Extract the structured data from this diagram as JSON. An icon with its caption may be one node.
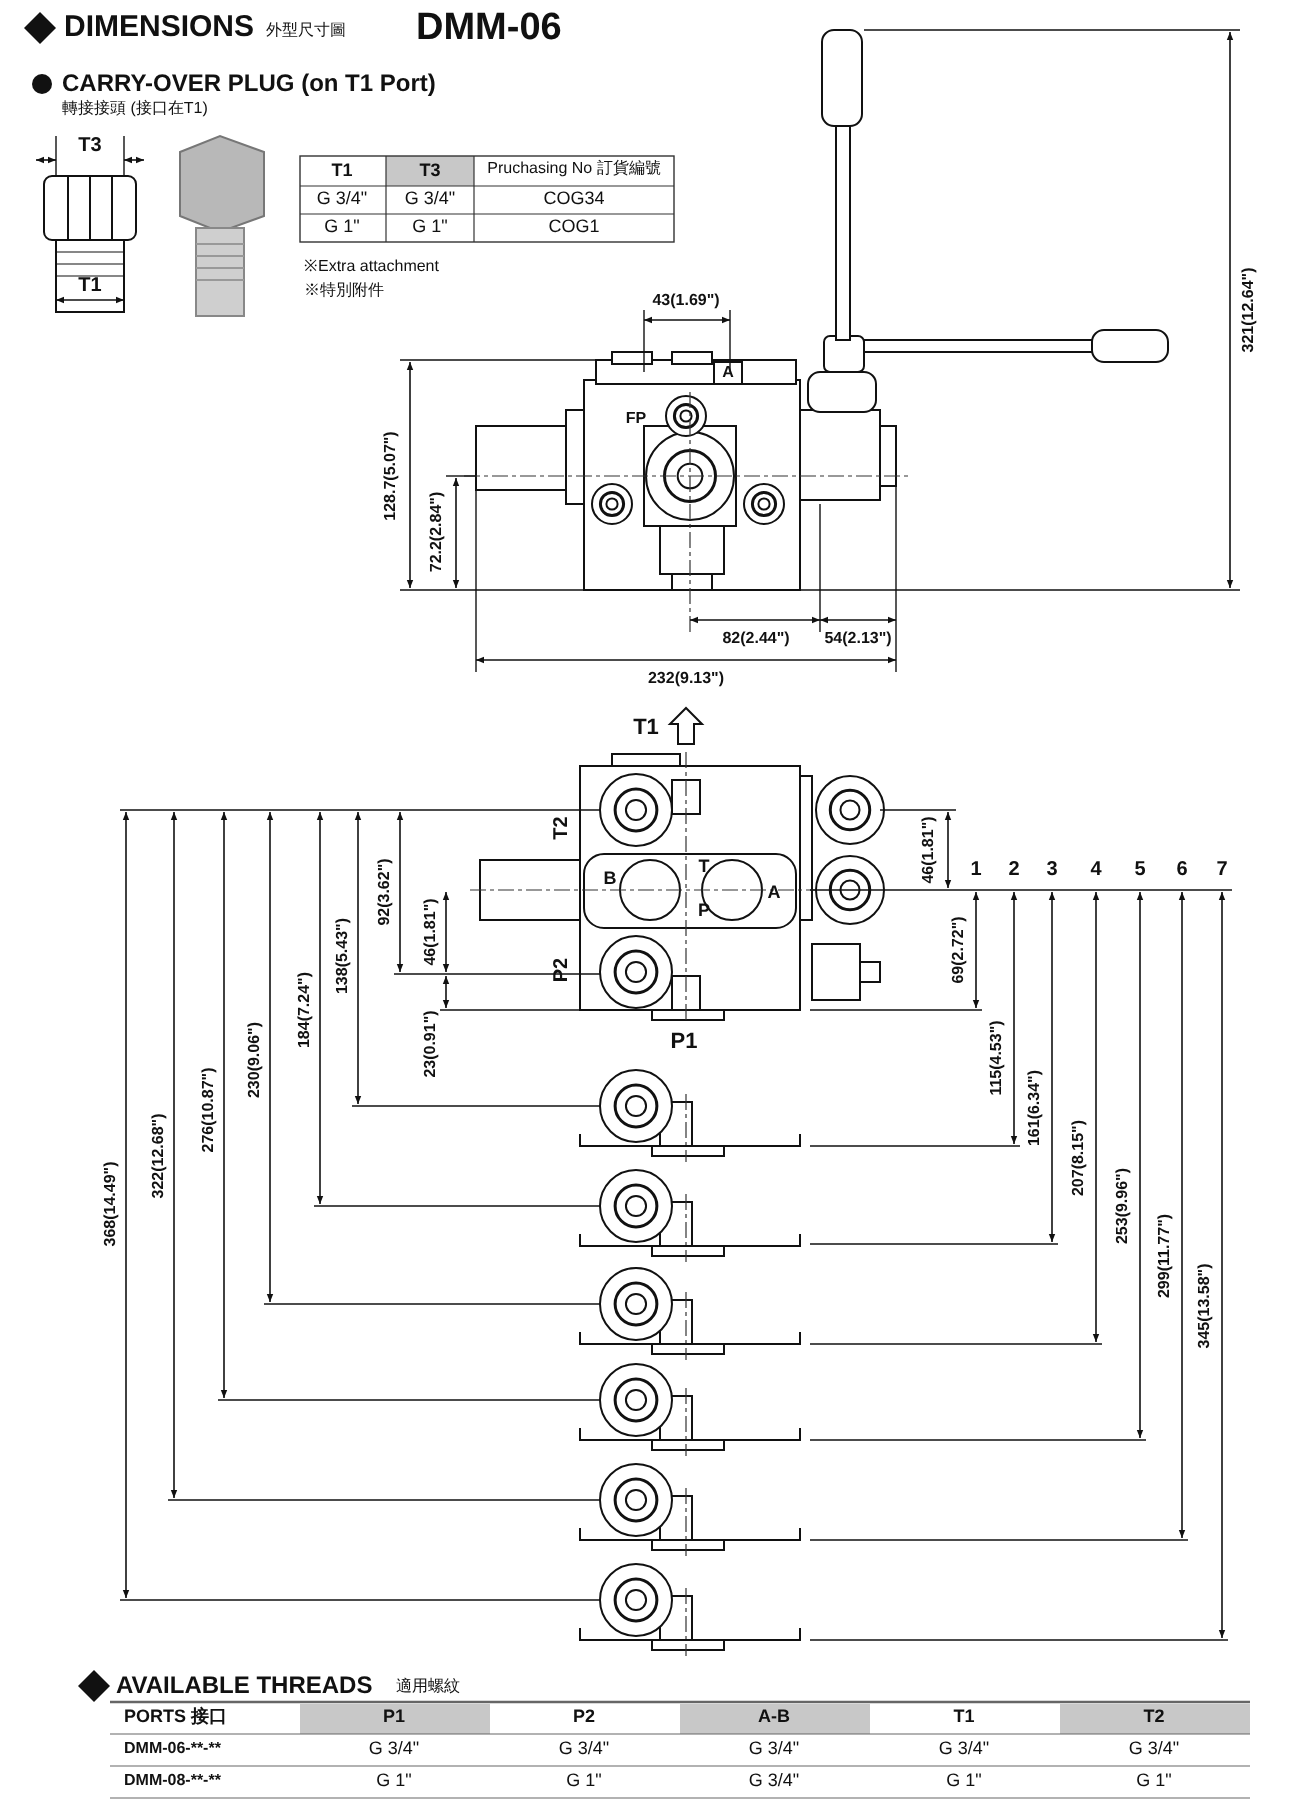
{
  "diagram": {
    "labels": [
      "DIMENSIONS",
      "外型尺寸圖",
      "DMM-06",
      "CARRY-OVER PLUG  (on T1 Port)",
      "轉接接頭 (接口在T1)",
      "T3",
      "T1",
      "T1",
      "T3",
      "Pruchasing No 訂貨編號",
      "G 3/4\"",
      "G 3/4\"",
      "COG34",
      "G 1\"",
      "G 1\"",
      "COG1",
      "※Extra attachment",
      "※特別附件",
      "43(1.69\")",
      "321(12.64\")",
      "FP",
      "A",
      "128.7(5.07\")",
      "72.2(2.84\")",
      "82(2.44\")",
      "54(2.13\")",
      "232(9.13\")",
      "T1",
      "T2",
      "B",
      "T",
      "A",
      "P",
      "P2",
      "P1",
      "92(3.62\")",
      "46(1.81\")",
      "23(0.91\")",
      "138(5.43\")",
      "184(7.24\")",
      "230(9.06\")",
      "276(10.87\")",
      "322(12.68\")",
      "368(14.49\")",
      "46(1.81\")",
      "1",
      "2",
      "3",
      "4",
      "5",
      "6",
      "7",
      "69(2.72\")",
      "115(4.53\")",
      "161(6.34\")",
      "207(8.15\")",
      "253(9.96\")",
      "299(11.77\")",
      "345(13.58\")",
      "AVAILABLE THREADS",
      "適用螺紋",
      "PORTS 接口",
      "P1",
      "P2",
      "A-B",
      "T1",
      "T2",
      "DMM-06-**-**",
      "G 3/4\"",
      "G 3/4\"",
      "G 3/4\"",
      "G 3/4\"",
      "G 3/4\"",
      "DMM-08-**-**",
      "G 1\"",
      "G 1\"",
      "G 3/4\"",
      "G 1\"",
      "G 1\""
    ]
  }
}
